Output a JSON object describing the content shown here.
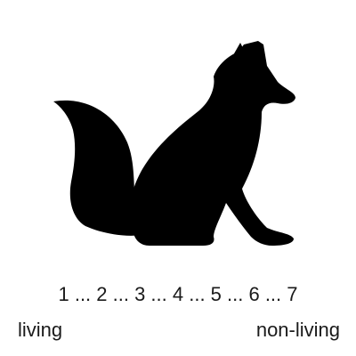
{
  "figure": {
    "icon": "fox-silhouette-icon",
    "fill_color": "#000000"
  },
  "rating_scale": {
    "text": "1 ... 2 ... 3 ... 4 ... 5 ... 6 ... 7",
    "left_anchor": "living",
    "right_anchor": "non-living"
  }
}
